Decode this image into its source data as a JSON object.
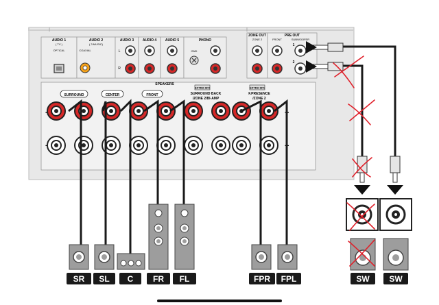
{
  "inputs": {
    "audio1": {
      "name": "AUDIO 1",
      "sub": "( TV )",
      "jack": "OPTICAL"
    },
    "audio2": {
      "name": "AUDIO 2",
      "sub": "( 3 MUSIC)",
      "jack": "COAXIAL"
    },
    "audio3": "AUDIO 3",
    "audio4": "AUDIO 4",
    "audio5": "AUDIO 5",
    "phono": "PHONO",
    "gnd": "GND",
    "lr": {
      "l": "L",
      "r": "R"
    }
  },
  "zone_out": {
    "title": "ZONE OUT",
    "sub": "ZONE 2"
  },
  "pre_out": {
    "title": "PRE OUT",
    "front": "FRONT",
    "subwoofer": "SUBWOOFER",
    "ch1": "1",
    "ch2": "2"
  },
  "speakers": {
    "title": "SPEAKERS",
    "surround": "SURROUND",
    "center": "CENTER",
    "front": "FRONT",
    "extra_sp2": "EXTRA SP2",
    "surround_back": "SURROUND BACK",
    "zone2_biamp": "/ZONE 2/BI-AMP",
    "extra_sp1": "EXTRA SP1",
    "presence": "F.PRESENCE",
    "zone2": "/ZONE 2",
    "plus": "+",
    "minus": "−"
  },
  "labels": [
    "SR",
    "SL",
    "C",
    "FR",
    "FL",
    "FPR",
    "FPL",
    "SW",
    "SW"
  ],
  "colors": {
    "red": "#d62828",
    "annotation": "#e0202a",
    "label_bg": "#1a1a1a",
    "panel": "#e6e6e6",
    "speaker": "#9d9d9d"
  }
}
